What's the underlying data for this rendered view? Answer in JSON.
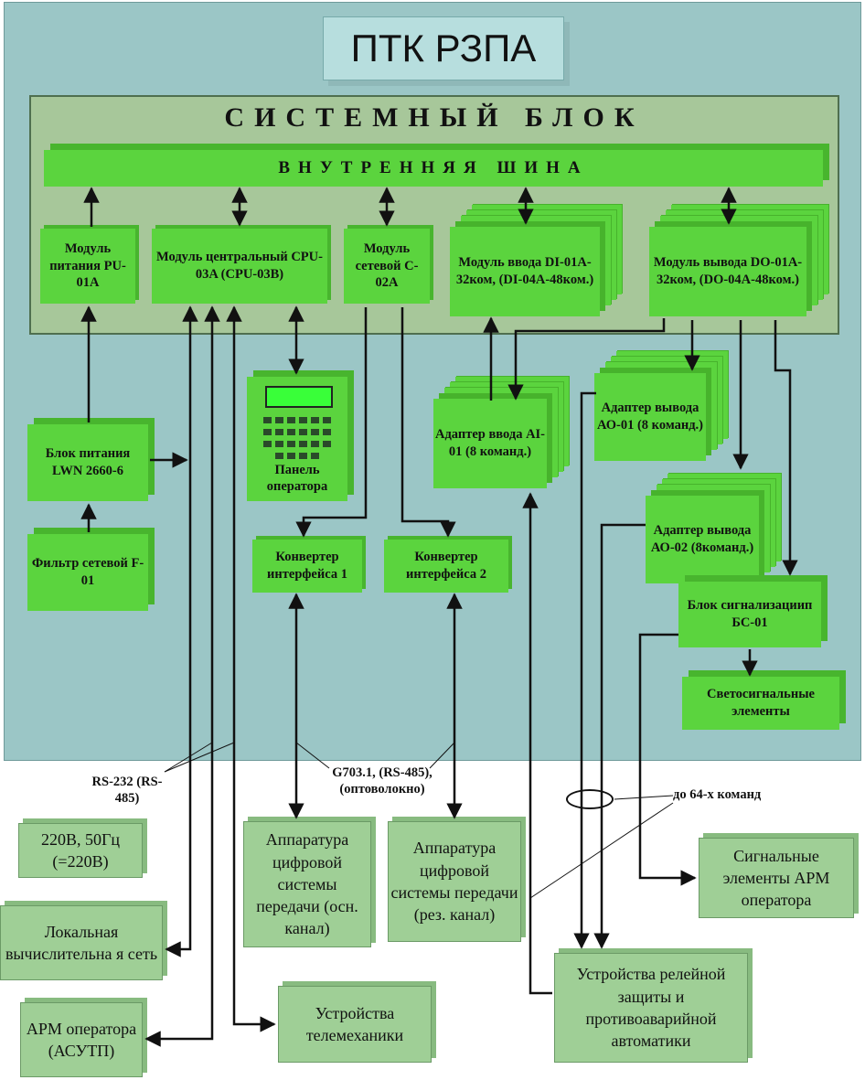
{
  "title": "ПТК РЗПА",
  "system_block": {
    "title": "СИСТЕМНЫЙ БЛОК",
    "bus": "ВНУТРЕННЯЯ ШИНА",
    "modules": {
      "power": "Модуль питания PU-01A",
      "cpu": "Модуль центральный CPU-03A (CPU-03B)",
      "network": "Модуль сетевой C-02A",
      "input": "Модуль ввода DI-01A-32ком, (DI-04A-48ком.)",
      "output": "Модуль вывода DO-01A-32ком, (DO-04A-48ком.)"
    }
  },
  "blocks": {
    "power_supply": "Блок питания LWN 2660-6",
    "filter": "Фильтр сетевой F-01",
    "panel": "Панель оператора",
    "converter1": "Конвертер интерфейса 1",
    "converter2": "Конвертер интерфейса 2",
    "adapter_ai": "Адаптер ввода AI-01 (8 команд.)",
    "adapter_ao1": "Адаптер вывода АО-01 (8 команд.)",
    "adapter_ao2": "Адаптер вывода АО-02 (8команд.)",
    "signal_block": "Блок сигнализациип БС-01",
    "light_elements": "Светосигнальные элементы"
  },
  "external": {
    "power_220": "220В, 50Гц (=220В)",
    "lan": "Локальная вычислительна я сеть",
    "arm_asutp": "АРМ оператора (АСУТП)",
    "telemechanics": "Устройства телемеханики",
    "digital_main": "Аппаратура цифровой системы передачи (осн. канал)",
    "digital_reserve": "Аппаратура цифровой системы передачи (рез. канал)",
    "arm_signals": "Сигнальные элементы АРМ оператора",
    "relay": "Устройства релейной защиты и противоаварийной автоматики"
  },
  "annotations": {
    "rs232": "RS-232 (RS-485)",
    "g703": "G703.1, (RS-485), (оптоволокно)",
    "commands": "до 64-х команд"
  }
}
